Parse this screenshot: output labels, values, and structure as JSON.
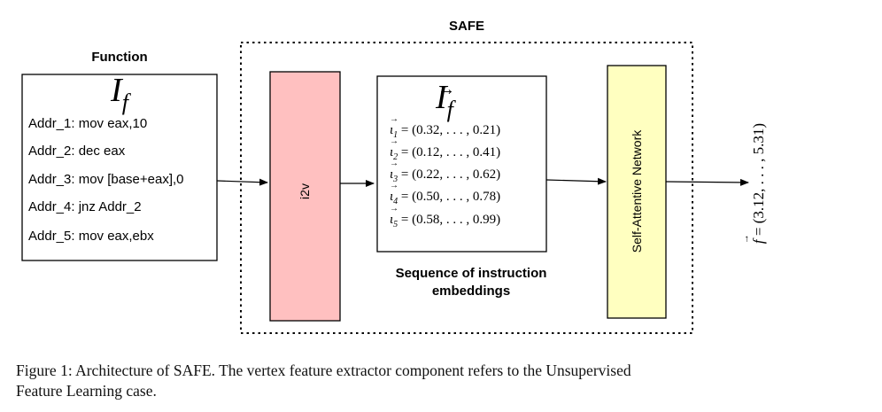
{
  "safe_label": "SAFE",
  "function_block": {
    "title": "Function",
    "symbol_main": "I",
    "symbol_sub": "f",
    "lines": [
      "Addr_1: mov eax,10",
      "Addr_2: dec eax",
      "Addr_3: mov [base+eax],0",
      "Addr_4: jnz Addr_2",
      "Addr_5: mov eax,ebx"
    ]
  },
  "i2v_label": "i2v",
  "embeddings": {
    "symbol_main": "I",
    "symbol_sub": "f",
    "vectors": [
      {
        "sym": "ι",
        "idx": "1",
        "value": "(0.32, . . . , 0.21)"
      },
      {
        "sym": "ι",
        "idx": "2",
        "value": "(0.12, . . . , 0.41)"
      },
      {
        "sym": "ι",
        "idx": "3",
        "value": "(0.22, . . . , 0.62)"
      },
      {
        "sym": "ι",
        "idx": "4",
        "value": "(0.50, . . . , 0.78)"
      },
      {
        "sym": "ι",
        "idx": "5",
        "value": "(0.58, . . . , 0.99)"
      }
    ],
    "caption_line1": "Sequence of instruction",
    "caption_line2": "embeddings"
  },
  "network_label": "Self-Attentive Network",
  "output": {
    "symbol": "f",
    "value": "(3.12, . . . , 5.31)"
  },
  "figure_caption": {
    "line1": "Figure 1:  Architecture of SAFE. The vertex feature extractor component refers to the Unsupervised",
    "line2": "Feature Learning case."
  },
  "colors": {
    "i2v_fill": "#ffc0c0",
    "network_fill": "#ffffc0",
    "stroke": "#000000"
  }
}
